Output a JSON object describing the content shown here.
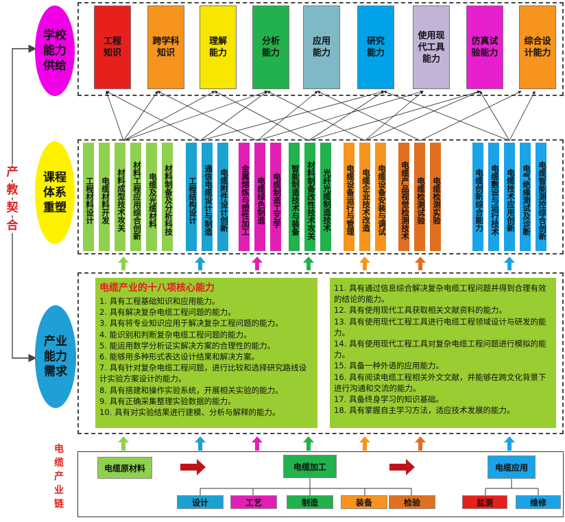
{
  "side_label": [
    "产",
    "教",
    "契",
    "合"
  ],
  "ellipses": {
    "school": "学校\n能力\n供给",
    "curriculum": "课程\n体系\n重塑",
    "industry": "产业\n能力\n需求"
  },
  "abilities": [
    {
      "label": "工程\n知识",
      "color": "#e8201c"
    },
    {
      "label": "跨学科\n知识",
      "color": "#f7941d"
    },
    {
      "label": "理解\n能力",
      "color": "#f7e600"
    },
    {
      "label": "分析\n能力",
      "color": "#22b14c"
    },
    {
      "label": "应用\n能力",
      "color": "#7fb9c6"
    },
    {
      "label": "研究\n能力",
      "color": "#00a3e8"
    },
    {
      "label": "使用现\n代工具\n能力",
      "color": "#c2b4d6"
    },
    {
      "label": "仿真试\n验能力",
      "color": "#e81fcf"
    },
    {
      "label": "综合设\n计能力",
      "color": "#f7941d"
    }
  ],
  "course_groups": [
    {
      "color": "#8fd14f",
      "courses": [
        "工程材料设计",
        "电缆材料开发",
        "材料成型技术攻关",
        "材料工程应用综合创新",
        "电缆及光缆材料",
        "材料制备及分析科技"
      ]
    },
    {
      "color": "#1aa3d0",
      "courses": [
        "工程结构设计",
        "通信电缆设计与制造",
        "电缆附件设计创新"
      ]
    },
    {
      "color": "#e020b4",
      "courses": [
        "金属熔炼与塑性加工",
        "电缆绿色制造",
        "电缆制造工艺学"
      ]
    },
    {
      "color": "#22b14c",
      "courses": [
        "智能制造技术与装备",
        "材料制备改性技术攻关",
        "光纤光缆制造技术"
      ]
    },
    {
      "color": "#f7941d",
      "courses": [
        "电缆设备运行与管理",
        "电缆企业技术改造",
        "电缆设备安装与调试"
      ]
    },
    {
      "color": "#e07020",
      "courses": [
        "电缆产品视觉检测技术",
        "电缆检测试验",
        "电缆检测实验"
      ]
    },
    {
      "color": "#1aa3e8",
      "courses": [
        "电缆创新综合能力",
        "电缆敷设与运行技术",
        "电缆技术应用创新",
        "电气绝缘测试及诊断",
        "电缆智能测控综合创新"
      ]
    }
  ],
  "needs": {
    "title": "电缆产业的十八项核心能力",
    "left": [
      "1. 具有工程基础知识和应用能力。",
      "2. 具有解决复杂电缆工程问题的能力。",
      "3. 具有将专业知识应用于解决复杂工程问题的能力。",
      "4. 能识别和判断复杂电缆工程问题的能力。",
      "5. 能运用数学分析证实解决方案的合理性的能力。",
      "6. 能够用多种形式表达设计结果和解决方案。",
      "7. 具有针对复杂电缆工程问题，进行比较和选择研究路线设计实验方案设计的能力。",
      "8. 具有搭建和操作实验系统，开展相关实验的能力。",
      "9. 具有正确采集整理实验数据的能力。",
      "10. 具有对实验结果进行建模、分析与解释的能力。"
    ],
    "right": [
      "11. 具有通过信息综合解决复杂电缆工程问题并得到合理有效的结论的能力。",
      "12. 具有使用现代工具获取相关文献资料的能力。",
      "13. 具有使用现代工程工具进行电缆工程领域设计与研发的能力。",
      "14. 具有使用现代工程工具对复杂电缆工程问题进行模拟的能力。",
      "15. 具备一种外语的应用能力。",
      "16. 具有阅读电缆工程相关外文文献，并能够在跨文化背景下进行沟通和交流的能力。",
      "17. 具备终身学习的知识基础。",
      "18. 具有掌握自主学习方法，适应技术发展的能力。"
    ]
  },
  "chain_label": [
    "电",
    "缆",
    "产",
    "业",
    "链"
  ],
  "chain": {
    "raw": "电缆原材料",
    "process": "电缆加工",
    "application": "电缆应用",
    "sub_process": [
      "设计",
      "工艺",
      "制造",
      "装备",
      "检验"
    ],
    "sub_application": [
      "监测",
      "维修"
    ]
  },
  "colors": {
    "green": "#8fd14f",
    "blue": "#1aa3d0",
    "magenta": "#e020b4",
    "darkgreen": "#22b14c",
    "orange": "#f7941d",
    "darkorange": "#e07020",
    "cyan": "#1aa3e8",
    "red_arrow": "#c0141b",
    "label_red": "#e0201b"
  }
}
